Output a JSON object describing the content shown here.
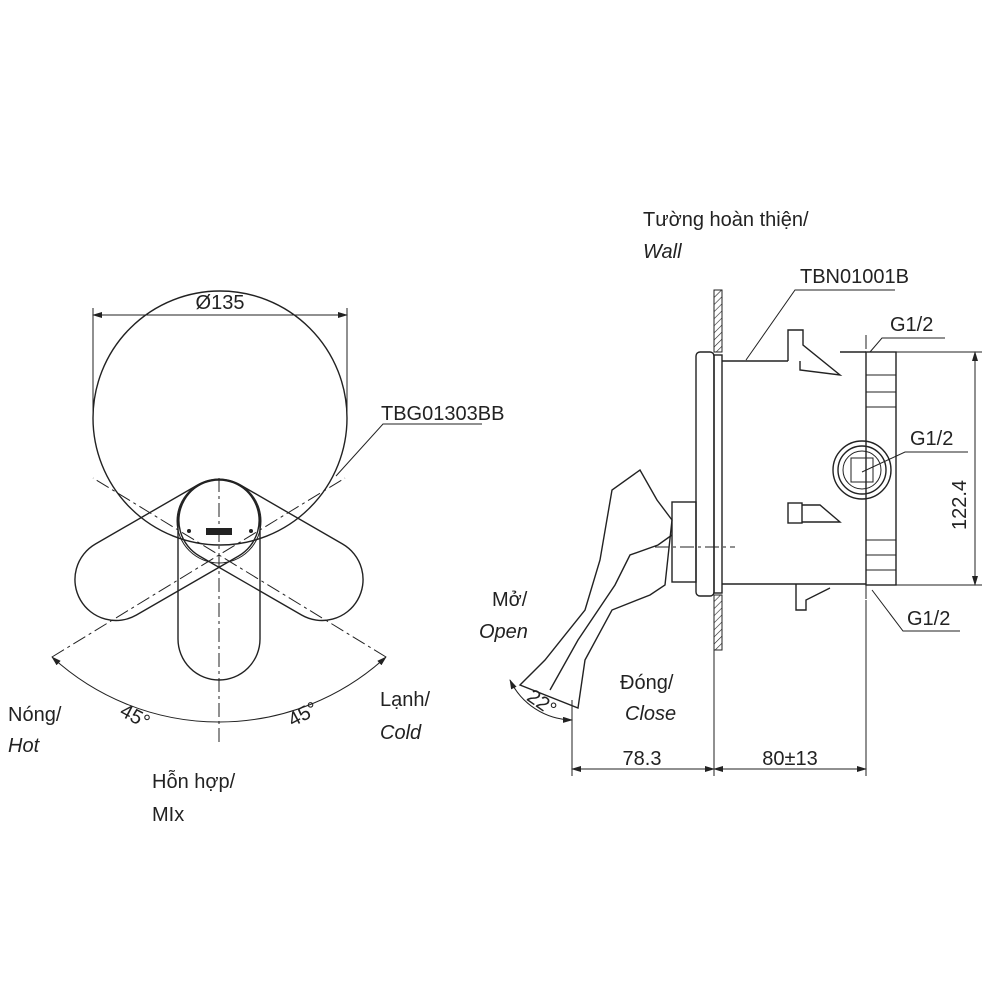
{
  "front_view": {
    "diameter_label": "Ø135",
    "part_label": "TBG01303BB",
    "hot_label": "Nóng/",
    "hot_label_en": "Hot",
    "cold_label": "Lạnh/",
    "cold_label_en": "Cold",
    "mix_label": "Hỗn hợp/",
    "mix_label_en": "MIx",
    "angle_left": "45°",
    "angle_right": "45°"
  },
  "side_view": {
    "wall_label": "Tường hoàn thiện/",
    "wall_label_en": "Wall",
    "body_label": "TBN01001B",
    "fitting_top": "G1/2",
    "fitting_middle": "G1/2",
    "fitting_bottom": "G1/2",
    "height_dim": "122.4",
    "open_label": "Mở/",
    "open_label_en": "Open",
    "close_label": "Đóng/",
    "close_label_en": "Close",
    "open_angle": "22°",
    "handle_depth": "78.3",
    "body_depth": "80±13"
  }
}
